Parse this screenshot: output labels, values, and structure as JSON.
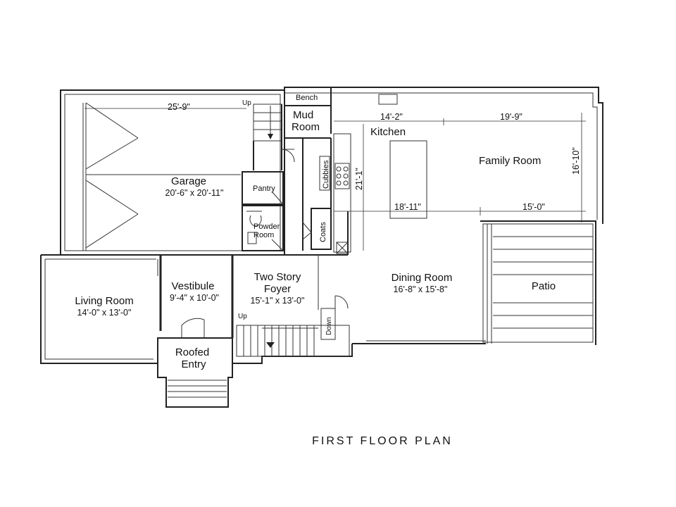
{
  "plan_title": "FIRST FLOOR PLAN",
  "rooms": {
    "garage": {
      "name": "Garage",
      "size": "20'-6\" x 20'-11\""
    },
    "mud_room": {
      "name_line1": "Mud",
      "name_line2": "Room"
    },
    "bench": "Bench",
    "kitchen": "Kitchen",
    "family_room": "Family Room",
    "pantry": "Pantry",
    "powder_room": {
      "line1": "Powder",
      "line2": "Room"
    },
    "cubbies": "Cubbies",
    "coats": "Coats",
    "living_room": {
      "name": "Living Room",
      "size": "14'-0\" x 13'-0\""
    },
    "vestibule": {
      "name": "Vestibule",
      "size": "9'-4\" x 10'-0\""
    },
    "foyer": {
      "line1": "Two Story",
      "line2": "Foyer",
      "size": "15'-1\" x 13'-0\""
    },
    "dining_room": {
      "name": "Dining Room",
      "size": "16'-8\" x 15'-8\""
    },
    "patio": "Patio",
    "roofed_entry": {
      "line1": "Roofed",
      "line2": "Entry"
    }
  },
  "dimensions": {
    "garage_width": "25'-9\"",
    "kitchen_width": "14'-2\"",
    "family_width": "19'-9\"",
    "kitchen_depth": "21'-1\"",
    "family_depth": "16'-10\"",
    "island_width": "18'-11\"",
    "family_bottom": "15'-0\""
  },
  "stair_labels": {
    "garage_up": "Up",
    "foyer_up": "Up",
    "foyer_down": "Down"
  }
}
